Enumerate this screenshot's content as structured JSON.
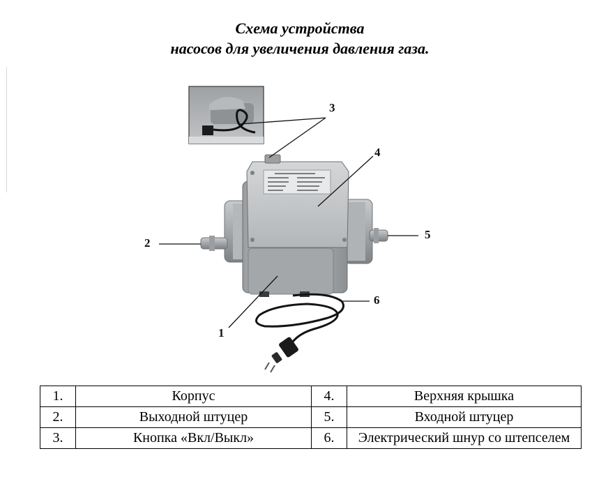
{
  "title": {
    "line1": "Схема устройства",
    "line2": "насосов для увеличения давления газа."
  },
  "callouts": [
    "1",
    "2",
    "3",
    "4",
    "5",
    "6"
  ],
  "legend": [
    {
      "num": "1.",
      "text": "Корпус",
      "num2": "4.",
      "text2": "Верхняя крышка"
    },
    {
      "num": "2.",
      "text": "Выходной штуцер",
      "num2": "5.",
      "text2": "Входной штуцер"
    },
    {
      "num": "3.",
      "text": "Кнопка «Вкл/Выкл»",
      "num2": "6.",
      "text2": "Электрический шнур со штепселем"
    }
  ]
}
